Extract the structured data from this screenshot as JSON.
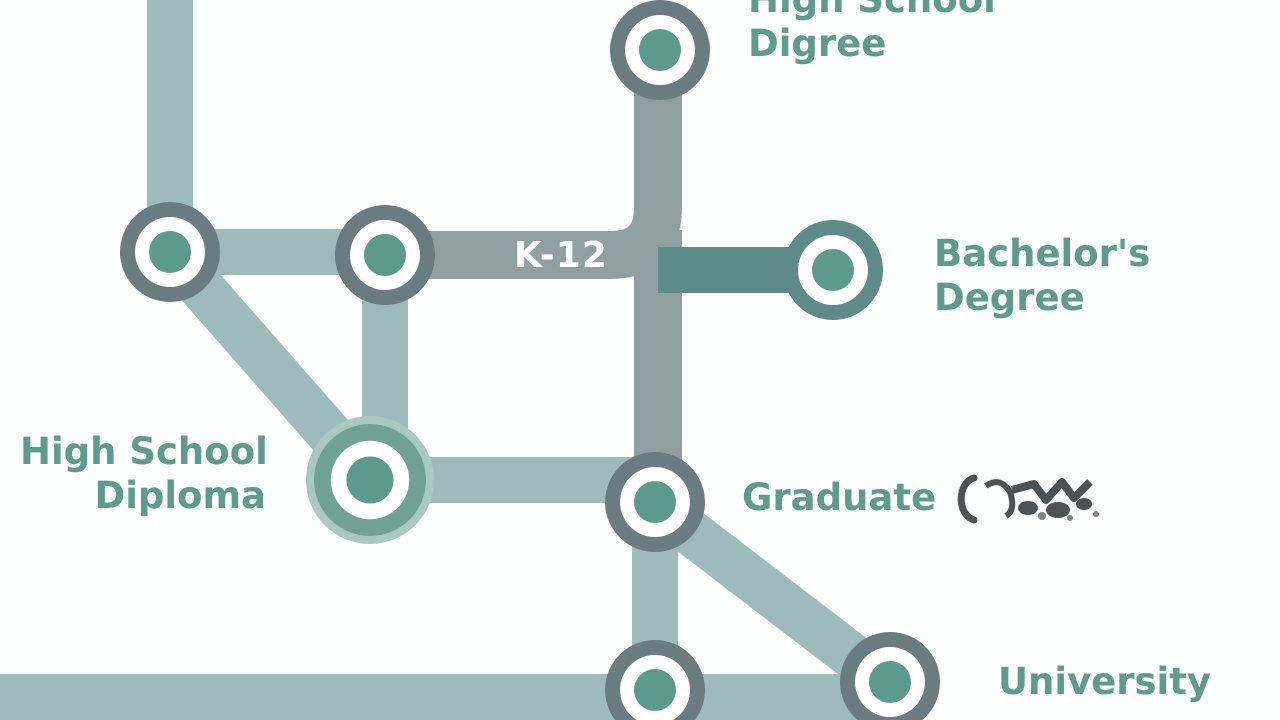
{
  "colors": {
    "background": "#fcfdfd",
    "label_text": "#5f9a8f",
    "line_light": "#9ebbbc",
    "line_gray": "#8f9fa2",
    "line_teal": "#5e8a87",
    "ring_dark": "#6a7c80",
    "ring_teal": "#6fa293",
    "core": "#5d9a8e",
    "badge_text": "#ffffff",
    "mark_dark": "#4d5355"
  },
  "line_badge": "K-12",
  "stations": {
    "high_school_degree": {
      "line1": "High School",
      "line2": "Digree"
    },
    "bachelors": {
      "line1": "Bachelor's",
      "line2": "Degree"
    },
    "high_school_diploma": {
      "line1": "High School",
      "line2": "Diploma"
    },
    "graduate": {
      "label": "Graduate"
    },
    "university": {
      "label": "University"
    }
  },
  "icons": {
    "station_marker": "station-ring-icon",
    "smudged_logo": "smudged-mark-icon"
  }
}
